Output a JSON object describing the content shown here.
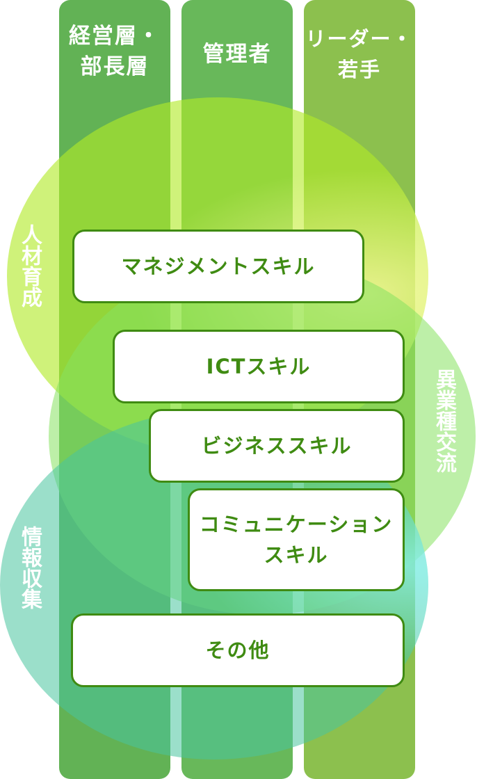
{
  "columns": [
    {
      "label": "経営層・\n部長層"
    },
    {
      "label": "管理者"
    },
    {
      "label": "リーダー・\n若手"
    }
  ],
  "circles": [
    {
      "label": "人材育成"
    },
    {
      "label": "異業種交流"
    },
    {
      "label": "情報収集"
    }
  ],
  "skills": [
    {
      "label": "マネジメントスキル"
    },
    {
      "label": "ICTスキル"
    },
    {
      "label": "ビジネススキル"
    },
    {
      "label": "コミュニケーション\nスキル"
    },
    {
      "label": "その他"
    }
  ],
  "colors": {
    "column_1": "#62b255",
    "column_2": "#68b85a",
    "column_3": "#8cc04e",
    "circle_1": "#b2ea28",
    "circle_2": "#86e260",
    "circle_3": "#48c49e",
    "box_border": "#3f8b12",
    "box_text": "#3f8b12"
  }
}
